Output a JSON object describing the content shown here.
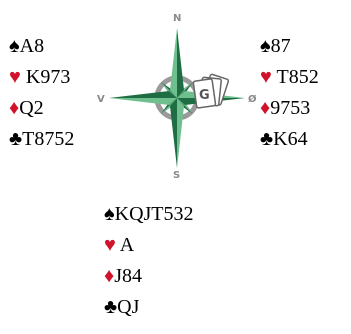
{
  "hands": {
    "west": [
      {
        "suit": "spades",
        "glyph": "♠",
        "color": "#000000",
        "cards": "A8"
      },
      {
        "suit": "hearts",
        "glyph": "♥",
        "color": "#d0122a",
        "cards": " K973"
      },
      {
        "suit": "diamonds",
        "glyph": "♦",
        "color": "#d0122a",
        "cards": "Q2"
      },
      {
        "suit": "clubs",
        "glyph": "♣",
        "color": "#000000",
        "cards": "T8752"
      }
    ],
    "east": [
      {
        "suit": "spades",
        "glyph": "♠",
        "color": "#000000",
        "cards": "87"
      },
      {
        "suit": "hearts",
        "glyph": "♥",
        "color": "#d0122a",
        "cards": " T852"
      },
      {
        "suit": "diamonds",
        "glyph": "♦",
        "color": "#d0122a",
        "cards": "9753"
      },
      {
        "suit": "clubs",
        "glyph": "♣",
        "color": "#000000",
        "cards": "K64"
      }
    ],
    "south": [
      {
        "suit": "spades",
        "glyph": "♠",
        "color": "#000000",
        "cards": "KQJT532"
      },
      {
        "suit": "hearts",
        "glyph": "♥",
        "color": "#d0122a",
        "cards": " A"
      },
      {
        "suit": "diamonds",
        "glyph": "♦",
        "color": "#d0122a",
        "cards": "J84"
      },
      {
        "suit": "clubs",
        "glyph": "♣",
        "color": "#000000",
        "cards": "QJ"
      }
    ]
  },
  "compass": {
    "north_label": "N",
    "south_label": "S",
    "west_label": "V",
    "east_label": "Ø",
    "card_letter": "G",
    "colors": {
      "star_dark": "#1f6e43",
      "star_light": "#6fbf8f",
      "ring": "#9a9a9a",
      "label": "#8a8a8a"
    }
  }
}
